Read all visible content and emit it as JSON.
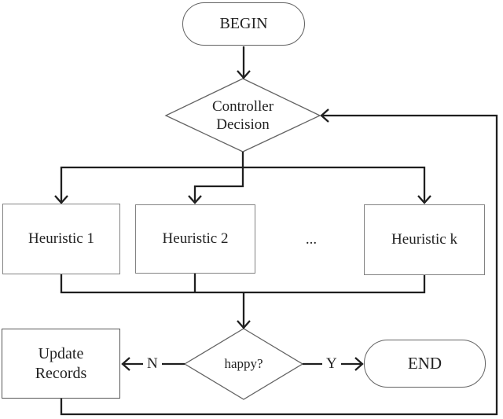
{
  "figure": {
    "background": "#ffffff",
    "colors": {
      "connector": "#1f1f1f",
      "box_border": "#828282",
      "shape_outline": "#636363",
      "text": "#222222"
    },
    "nodes": {
      "begin": {
        "label": "BEGIN"
      },
      "controller_decision": {
        "line1": "Controller",
        "line2": "Decision"
      },
      "heuristic_1": {
        "label": "Heuristic 1"
      },
      "heuristic_2": {
        "label": "Heuristic 2"
      },
      "heuristic_ellipsis": {
        "label": "..."
      },
      "heuristic_k": {
        "label": "Heuristic k"
      },
      "happy": {
        "label": "happy?"
      },
      "update_records": {
        "line1": "Update",
        "line2": "Records"
      },
      "end": {
        "label": "END"
      }
    },
    "edge_labels": {
      "no": "N",
      "yes": "Y"
    }
  }
}
